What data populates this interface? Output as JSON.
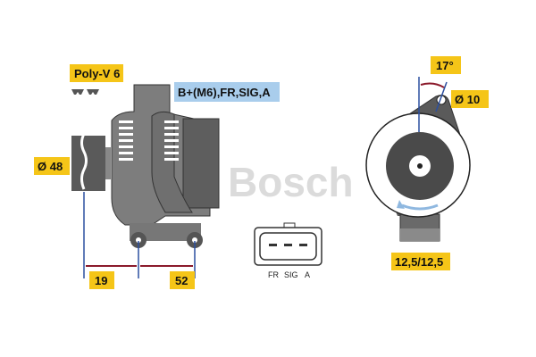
{
  "labels": {
    "belt": "Poly-V 6",
    "terminals": "B+(M6),FR,SIG,A",
    "pulley_diameter": "Ø 48",
    "dim_19": "19",
    "dim_52": "52",
    "angle": "17°",
    "hole_diameter": "Ø 10",
    "mount_width": "12,5/12,5",
    "connector_pins": [
      "FR",
      "SIG",
      "A"
    ]
  },
  "watermark": "© Bosch",
  "colors": {
    "label_yellow": "#f5c518",
    "label_blue": "#a9cdec",
    "body_gray": "#7a7a7a",
    "dark_gray": "#555555",
    "dimension_red": "#8b1a2b",
    "dimension_blue": "#2b4fa0",
    "rotation_arrow": "#8fb8e0"
  }
}
